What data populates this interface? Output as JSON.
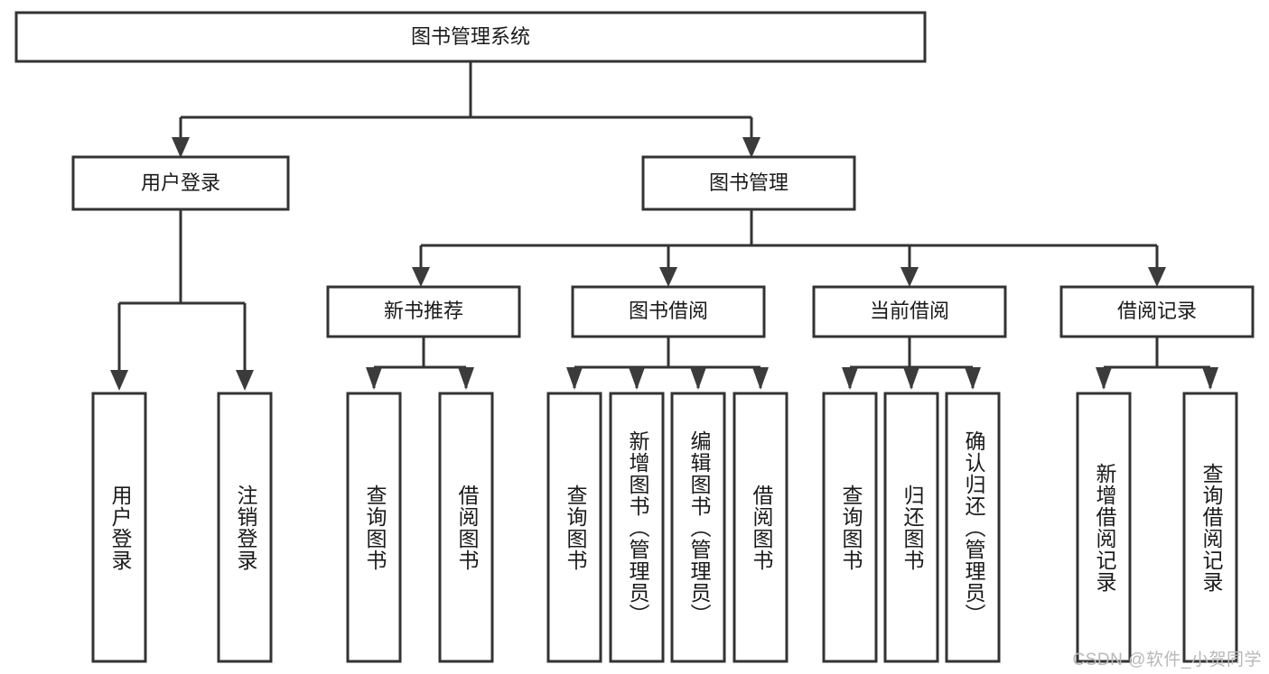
{
  "diagram": {
    "type": "tree-hierarchy",
    "title": "图书管理系统",
    "watermark": "CSDN @软件_小贺同学",
    "colors": {
      "background": "#ffffff",
      "box_fill": "#ffffff",
      "box_stroke": "#333333",
      "text": "#1a1a1a",
      "arrow": "#3b3b3b",
      "watermark": "#b8b8b8"
    },
    "root": {
      "id": "root",
      "label": "图书管理系统"
    },
    "level2": [
      {
        "id": "user-login",
        "label": "用户登录"
      },
      {
        "id": "book-management",
        "label": "图书管理"
      }
    ],
    "level3": [
      {
        "id": "new-book-recommend",
        "label": "新书推荐",
        "parent": "book-management"
      },
      {
        "id": "book-borrow",
        "label": "图书借阅",
        "parent": "book-management"
      },
      {
        "id": "current-borrow",
        "label": "当前借阅",
        "parent": "book-management"
      },
      {
        "id": "borrow-record",
        "label": "借阅记录",
        "parent": "book-management"
      }
    ],
    "leaves": [
      {
        "id": "leaf-user-login",
        "label": "用户登录",
        "parent": "user-login"
      },
      {
        "id": "leaf-user-logout",
        "label": "注销登录",
        "parent": "user-login"
      },
      {
        "id": "leaf-query-book-1",
        "label": "查询图书",
        "parent": "new-book-recommend"
      },
      {
        "id": "leaf-borrow-book-1",
        "label": "借阅图书",
        "parent": "new-book-recommend"
      },
      {
        "id": "leaf-query-book-2",
        "label": "查询图书",
        "parent": "book-borrow"
      },
      {
        "id": "leaf-add-book",
        "label": "新增图书（管理员）",
        "parent": "book-borrow"
      },
      {
        "id": "leaf-edit-book",
        "label": "编辑图书（管理员）",
        "parent": "book-borrow"
      },
      {
        "id": "leaf-borrow-book-2",
        "label": "借阅图书",
        "parent": "book-borrow"
      },
      {
        "id": "leaf-query-book-3",
        "label": "查询图书",
        "parent": "current-borrow"
      },
      {
        "id": "leaf-return-book",
        "label": "归还图书",
        "parent": "current-borrow"
      },
      {
        "id": "leaf-confirm-return",
        "label": "确认归还（管理员）",
        "parent": "current-borrow"
      },
      {
        "id": "leaf-add-record",
        "label": "新增借阅记录",
        "parent": "borrow-record"
      },
      {
        "id": "leaf-query-record",
        "label": "查询借阅记录",
        "parent": "borrow-record"
      }
    ]
  }
}
